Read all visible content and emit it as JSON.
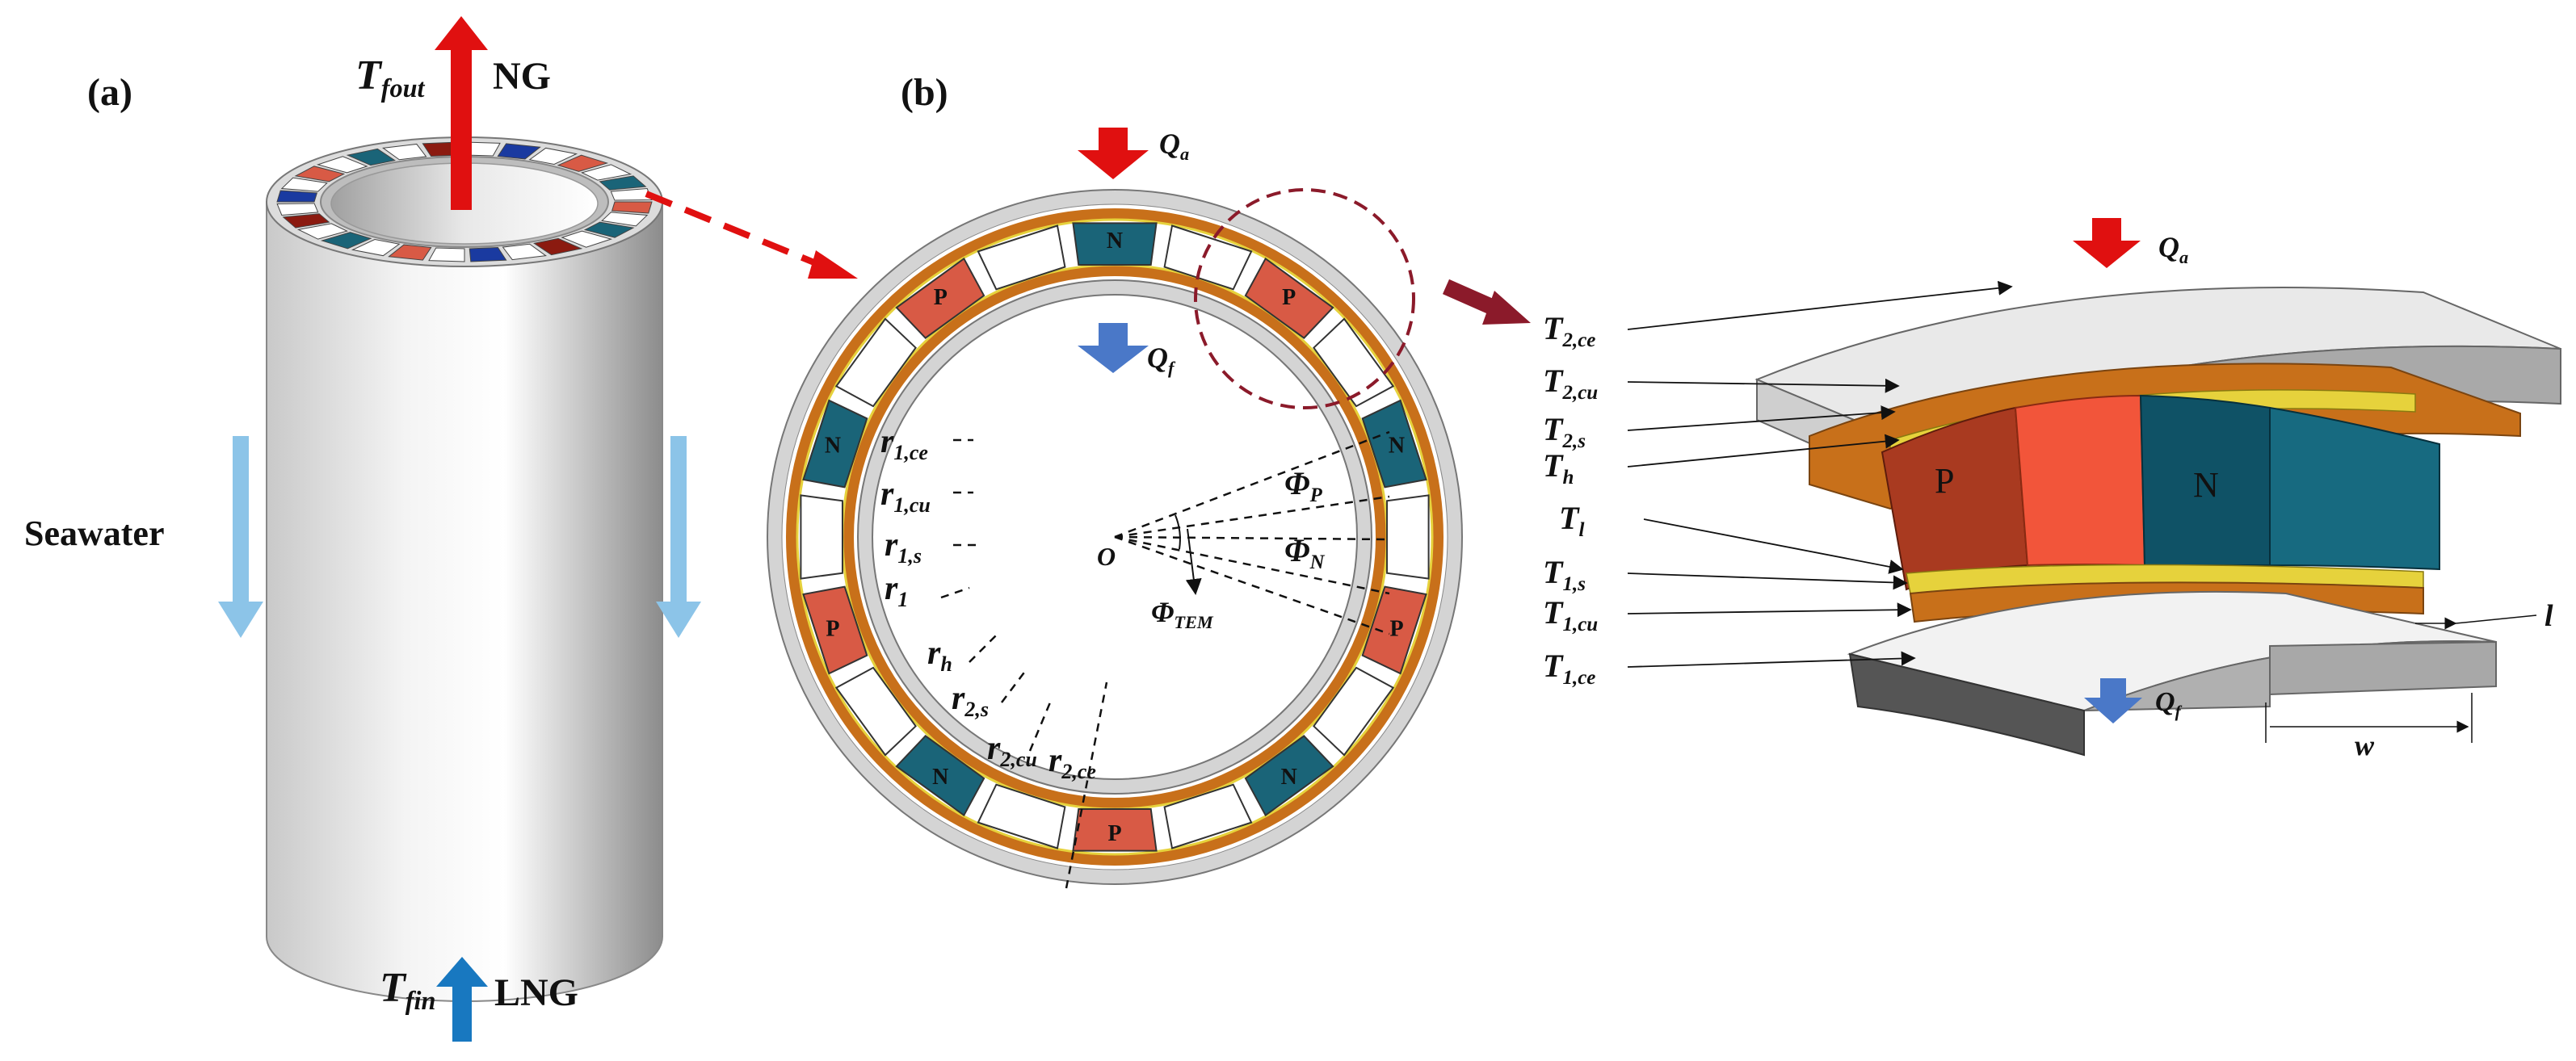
{
  "panel_a": {
    "label": "(a)",
    "outlet_temp": {
      "main": "T",
      "sub": "fout"
    },
    "outlet_fluid": "NG",
    "inlet_temp": {
      "main": "T",
      "sub": "fin"
    },
    "inlet_fluid": "LNG",
    "seawater_label": "Seawater"
  },
  "panel_b": {
    "label": "(b)",
    "heat_in": {
      "main": "Q",
      "sub": "a"
    },
    "heat_out": {
      "main": "Q",
      "sub": "f"
    },
    "origin": "O",
    "angle_p": {
      "main": "Φ",
      "sub": "P"
    },
    "angle_n": {
      "main": "Φ",
      "sub": "N"
    },
    "angle_tem": {
      "main": "Φ",
      "sub": "TEM"
    },
    "radii": [
      {
        "main": "r",
        "sub": "1,ce"
      },
      {
        "main": "r",
        "sub": "1,cu"
      },
      {
        "main": "r",
        "sub": "1,s"
      },
      {
        "main": "r",
        "sub": "1"
      },
      {
        "main": "r",
        "sub": "h"
      },
      {
        "main": "r",
        "sub": "2,s"
      },
      {
        "main": "r",
        "sub": "2,cu"
      },
      {
        "main": "r",
        "sub": "2,ce"
      }
    ],
    "leg_p": "P",
    "leg_n": "N"
  },
  "panel_c": {
    "heat_in": {
      "main": "Q",
      "sub": "a"
    },
    "heat_out": {
      "main": "Q",
      "sub": "f"
    },
    "layers": [
      {
        "main": "T",
        "sub": "2,ce"
      },
      {
        "main": "T",
        "sub": "2,cu"
      },
      {
        "main": "T",
        "sub": "2,s"
      },
      {
        "main": "T",
        "sub": "h"
      },
      {
        "main": "T",
        "sub": "l"
      },
      {
        "main": "T",
        "sub": "1,s"
      },
      {
        "main": "T",
        "sub": "1,cu"
      },
      {
        "main": "T",
        "sub": "1,ce"
      }
    ],
    "leg_p": "P",
    "leg_n": "N",
    "dim_length": "l",
    "dim_width": "w"
  },
  "colors": {
    "p_leg": "#d85a45",
    "n_leg": "#1a6478",
    "copper": "#c8701a",
    "solder": "#e6d23c",
    "ceramic": "#d4d4d4",
    "hot_arrow": "#e01010",
    "cold_arrow": "#1878c0",
    "seawater_arrow": "#8cc4e8",
    "dashed_red": "#8b1a2a"
  }
}
